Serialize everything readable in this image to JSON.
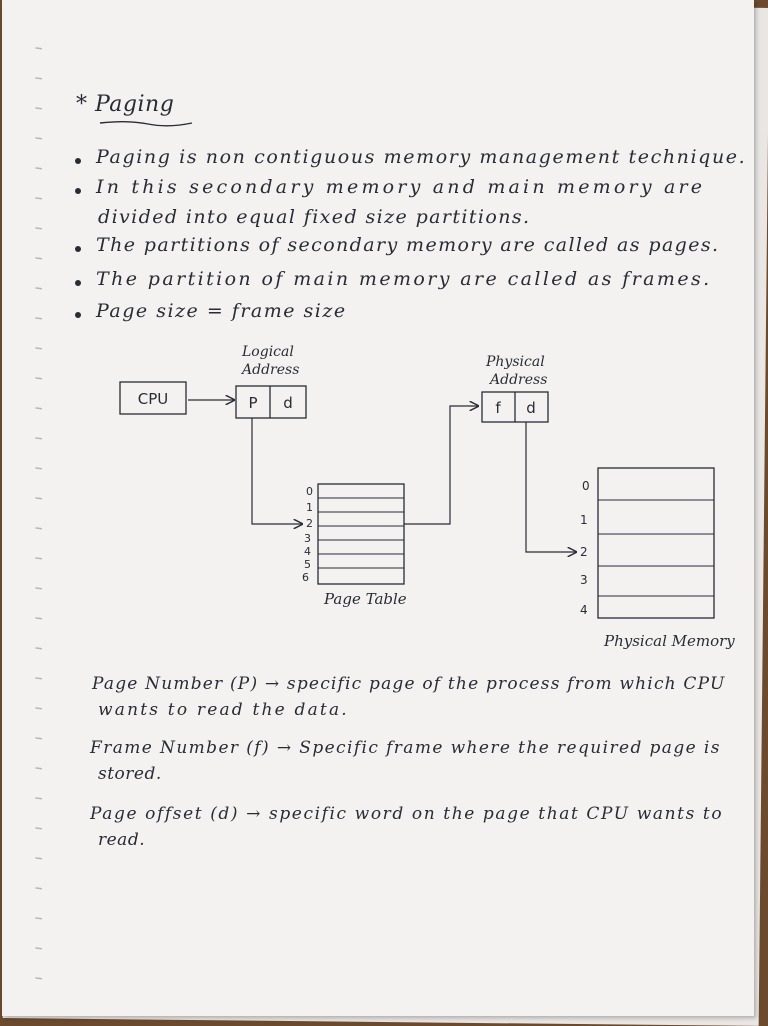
{
  "title": "* Paging",
  "bullets": [
    "Paging is non contiguous memory management technique.",
    "In this secondary memory and main memory are",
    "divided into equal fixed size partitions.",
    "The partitions of secondary memory are called as pages.",
    "The partition of main memory are called as frames.",
    "Page size = frame size"
  ],
  "diagram": {
    "cpu": "CPU",
    "logical_address_label": [
      "Logical",
      "Address"
    ],
    "logical_fields": [
      "P",
      "d"
    ],
    "physical_address_label": [
      "Physical",
      "Address"
    ],
    "physical_fields": [
      "f",
      "d"
    ],
    "page_table_label": "Page Table",
    "page_table_indices": [
      "0",
      "1",
      "2",
      "3",
      "4",
      "5",
      "6"
    ],
    "physical_memory_label": "Physical Memory",
    "physical_memory_indices": [
      "0",
      "1",
      "2",
      "3",
      "4"
    ]
  },
  "definitions": [
    "Page Number (P) → specific page of the process from which CPU",
    "wants to read the data.",
    "Frame Number (f) → Specific frame where the required page is",
    "stored.",
    "Page offset (d) → specific word on the page that CPU wants to",
    "read."
  ]
}
